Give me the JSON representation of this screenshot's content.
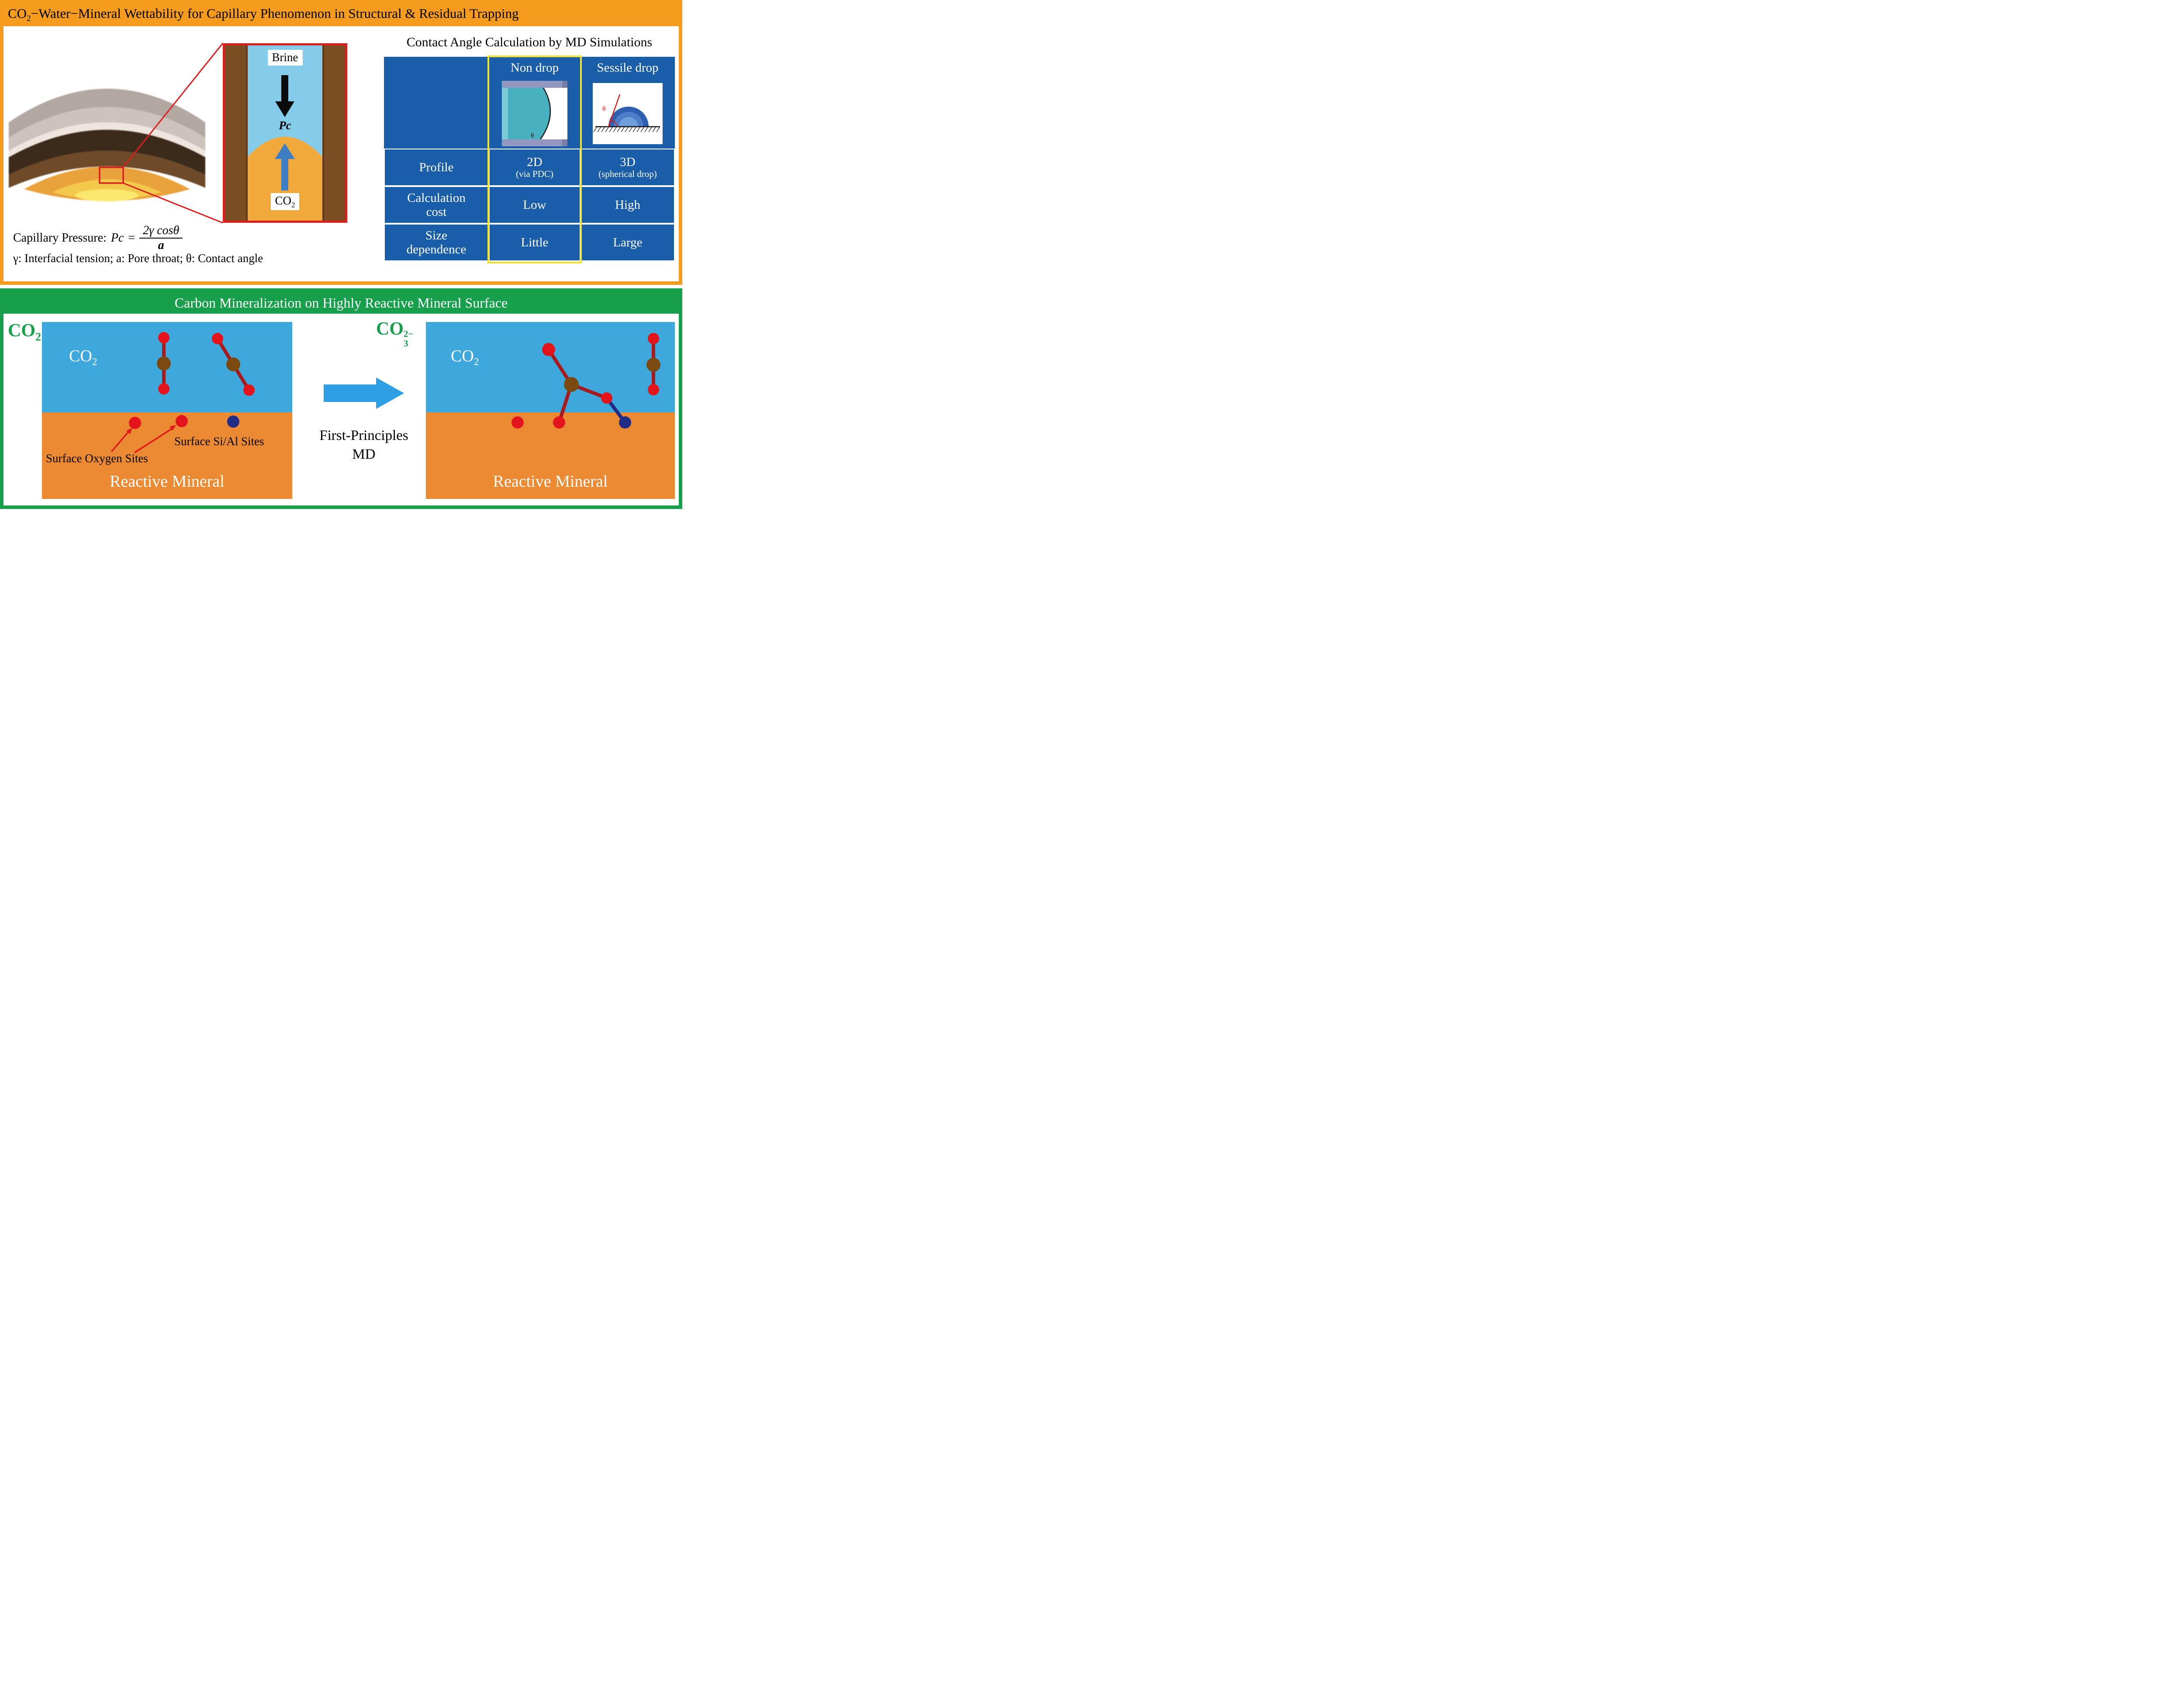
{
  "colors": {
    "top_border": "#F59B1E",
    "bottom_border": "#189F4B",
    "table_blue": "#1A5EA9",
    "highlight_yellow": "#F1E32B",
    "fluid_blue": "#3EA8DC",
    "mineral_orange": "#EB8A33",
    "brine_blue": "#85CBEA",
    "pore_gold": "#F2A93B",
    "wall_brown": "#7A4E22",
    "zoom_red": "#DC1E1E",
    "arrow_blue": "#2E9FE4",
    "oxygen_red": "#E3141C",
    "carbon_brown": "#7B4A10",
    "si_al_navy": "#202C85",
    "label_green": "#1B9E4B"
  },
  "top": {
    "title": {
      "pre": "CO",
      "sub": "2",
      "rest": "−Water−Mineral Wettability for Capillary Phenomenon in Structural & Residual Trapping"
    },
    "pore": {
      "brine": "Brine",
      "pc": "Pc",
      "co2_base": "CO",
      "co2_sub": "2"
    },
    "formula": {
      "label": "Capillary Pressure:",
      "pc": "Pc",
      "equals": "=",
      "numerator": "2γ cosθ",
      "denominator": "a",
      "legend": "γ: Interfacial tension; a: Pore throat; θ: Contact angle"
    },
    "md_table": {
      "heading": "Contact Angle Calculation by MD Simulations",
      "col_headers": [
        "Non drop",
        "Sessile drop"
      ],
      "theta": "θ",
      "rows": [
        {
          "label": "Profile",
          "non_drop": "2D",
          "non_drop_sub": "(via PDC)",
          "sessile": "3D",
          "sessile_sub": "(spherical drop)"
        },
        {
          "label": "Calculation cost",
          "non_drop": "Low",
          "sessile": "High"
        },
        {
          "label": "Size dependence",
          "non_drop": "Little",
          "sessile": "Large"
        }
      ]
    }
  },
  "bottom": {
    "title": "Carbon Mineralization on Highly Reactive Mineral Surface",
    "left": {
      "corner_base": "CO",
      "corner_sub": "2",
      "fluid_base": "CO",
      "fluid_sub": "2",
      "si_al_label": "Surface Si/Al Sites",
      "oxygen_label": "Surface Oxygen Sites",
      "mineral": "Reactive Mineral"
    },
    "middle": {
      "line1": "First-Principles",
      "line2": "MD"
    },
    "right": {
      "corner_base": "CO",
      "corner_sub": "3",
      "corner_sup": "2−",
      "fluid_base": "CO",
      "fluid_sub": "2",
      "mineral": "Reactive Mineral"
    }
  }
}
